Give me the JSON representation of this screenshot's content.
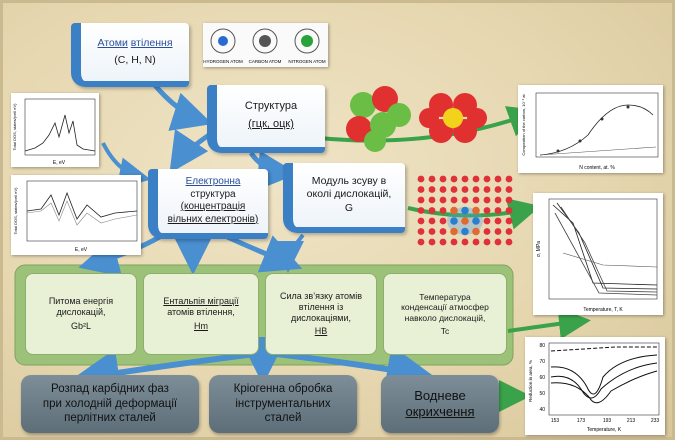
{
  "nodes": {
    "atoms": {
      "line1": "Атоми",
      "line1b": "втілення",
      "line2": "(C, H, N)"
    },
    "structure": {
      "line1": "Структура",
      "line2": "(гцк, оцк)"
    },
    "electronic": {
      "line1": "Електронна",
      "line2": "структура",
      "line3": "(концентрація",
      "line4": "вільних електронів)"
    },
    "shear": {
      "line1": "Модуль зсуву в",
      "line2": "околі дислокацій,",
      "line3": "G"
    },
    "energy": {
      "line1": "Питома енергія",
      "line2": "дислокацій,",
      "line3": "Gb²L"
    },
    "enthalpy": {
      "line1": "Ентальпія міграції",
      "line2": "атомів втілення,",
      "line3": "Hm"
    },
    "binding": {
      "line1": "Сила зв’язку атомів",
      "line2": "втілення із",
      "line3": "дислокаціями,",
      "line4": "HB"
    },
    "temperature": {
      "line1": "Температура",
      "line2": "конденсації атмосфер",
      "line3": "навколо дислокацій,",
      "line4": "Tc"
    },
    "carbide": {
      "line1": "Розпад карбідних фаз",
      "line2": "при холодній деформації",
      "line3": "перлітних сталей"
    },
    "cryo": {
      "line1": "Кріогенна обробка",
      "line2": "інструментальних",
      "line3": "сталей"
    },
    "hydrogen": {
      "line1": "Водневе",
      "line2": "окрихчення"
    }
  },
  "images": {
    "atoms_pics": {
      "labels": [
        "HYDROGEN ATOM",
        "CARBON ATOM",
        "NITROGEN ATOM"
      ]
    },
    "chart_composition": {
      "ylabel": "Composition of the carbon, 10⁻³ at",
      "xlabel": "N content, at. %"
    },
    "chart_dos1": {
      "ylabel": "Total DOS, states/(cell eV)",
      "xlabel": "E, eV"
    },
    "chart_dos2": {
      "ylabel": "Total DOS, states/(cell eV)",
      "xlabel": "E, eV"
    },
    "chart_temp": {
      "ylabel": "σ, MPa",
      "xlabel": "Temperature, T, K"
    },
    "chart_reduction": {
      "ylabel": "Reduction in area, %",
      "xlabel": "Temperature, K",
      "yticks": [
        "80",
        "70",
        "60",
        "50",
        "40"
      ],
      "xticks": [
        "153",
        "173",
        "193",
        "213",
        "233"
      ]
    }
  },
  "colors": {
    "accent_blue": "#3b7fc4",
    "arrow_green": "#3aa24a",
    "band_green": "#8fb86a",
    "grey_box": "#6b7c87"
  }
}
